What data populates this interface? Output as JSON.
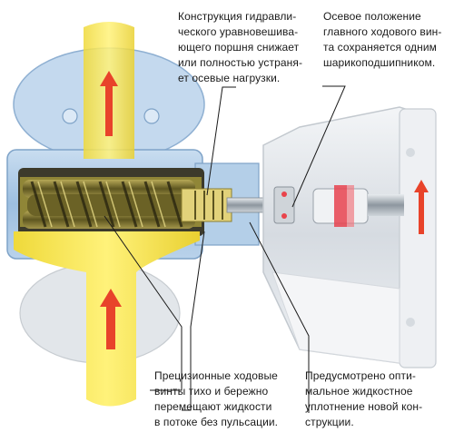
{
  "callouts": {
    "hydraulic_piston": {
      "lines": [
        "Конструкция гидравли-",
        "ческого уравновешива-",
        "ющего поршня снижает",
        "или полностью устраня-",
        "ет осевые нагрузки."
      ]
    },
    "axial_bearing": {
      "lines": [
        "Осевое положение",
        "главного ходового вин-",
        "та сохраняется одним",
        "шарикоподшипником."
      ]
    },
    "precision_screws": {
      "lines": [
        "Прецизионные ходовые",
        "винты тихо и бережно",
        "перемещают жидкости",
        "в потоке без пульсации."
      ]
    },
    "optimal_seal": {
      "lines": [
        "Предусмотрено опти-",
        "мальное жидкостное",
        "уплотнение новой кон-",
        "струкции."
      ]
    }
  },
  "colors": {
    "fluid_yellow": "#f5e04a",
    "flow_arrow_red": "#e8432a",
    "housing_blue": "#a9c8e4",
    "motor_grey": "#dfe3e8",
    "screw_olive": "#8a7d35",
    "leader_line": "#1a1a1a"
  }
}
